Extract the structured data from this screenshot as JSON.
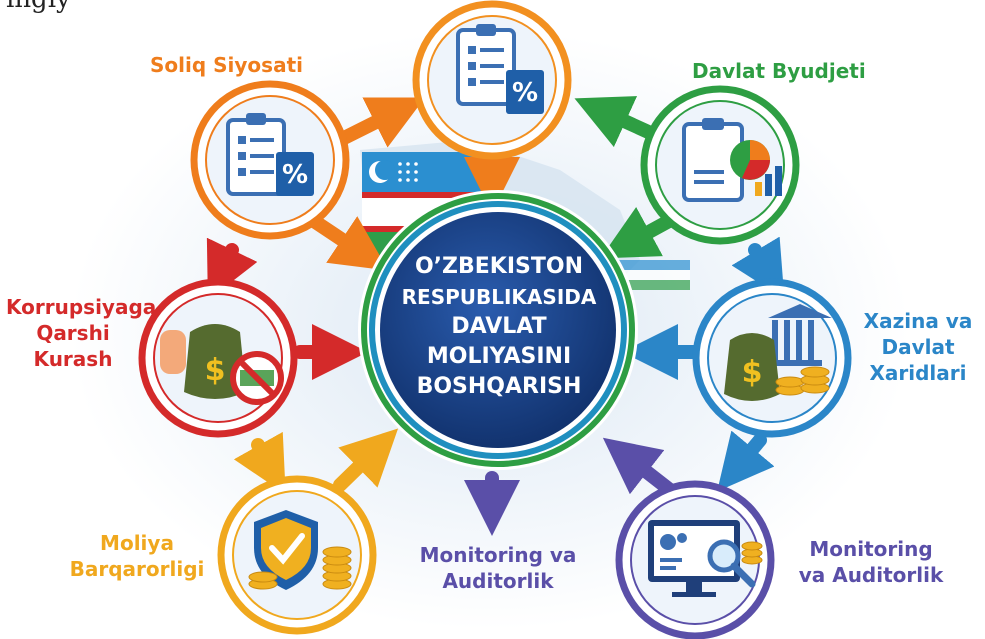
{
  "top_fragment": "ingiy",
  "center": {
    "lines": [
      "O’ZBEKISTON",
      "RESPUBLIKASIDA",
      "DAVLAT",
      "MOLIYASINI",
      "BOSHQARISH"
    ]
  },
  "nodes": {
    "soliq": {
      "lines": [
        "Soliq Siyosati"
      ],
      "color": "#ef7d1c"
    },
    "top": {
      "lines": [],
      "color": "#f29020"
    },
    "budjet": {
      "lines": [
        "Davlat Byudjeti"
      ],
      "color": "#2e9e43"
    },
    "korrupsiya": {
      "lines": [
        "Korrupsiyaga",
        "Qarshi",
        "Kurash"
      ],
      "color": "#d42a2a"
    },
    "xazina": {
      "lines": [
        "Xazina va",
        "Davlat",
        "Xaridlari"
      ],
      "color": "#2b86c8"
    },
    "moliya": {
      "lines": [
        "Moliya",
        "Barqarorligi"
      ],
      "color": "#f0a81e"
    },
    "monitoring_center": {
      "lines": [
        "Monitoring va",
        "Auditorlik"
      ],
      "color": "#5a4fa8"
    },
    "monitoring": {
      "lines": [
        "Monitoring",
        "va Auditorlik"
      ],
      "color": "#5a4fa8"
    }
  },
  "icons": {
    "soliq": "tax-clipboard-percent-icon",
    "top": "tax-clipboard-percent-icon",
    "budjet": "budget-report-chart-icon",
    "korrupsiya": "stop-money-bribe-icon",
    "xazina": "treasury-bank-money-icon",
    "moliya": "shield-check-coins-icon",
    "monitoring": "monitor-magnifier-gears-icon"
  },
  "colors": {
    "center_fill": "#173f86",
    "center_ring": "#1f8fbf",
    "background_map": "#e4edf6",
    "flag_blue": "#2b8fd0",
    "flag_green": "#2f9e4a"
  }
}
